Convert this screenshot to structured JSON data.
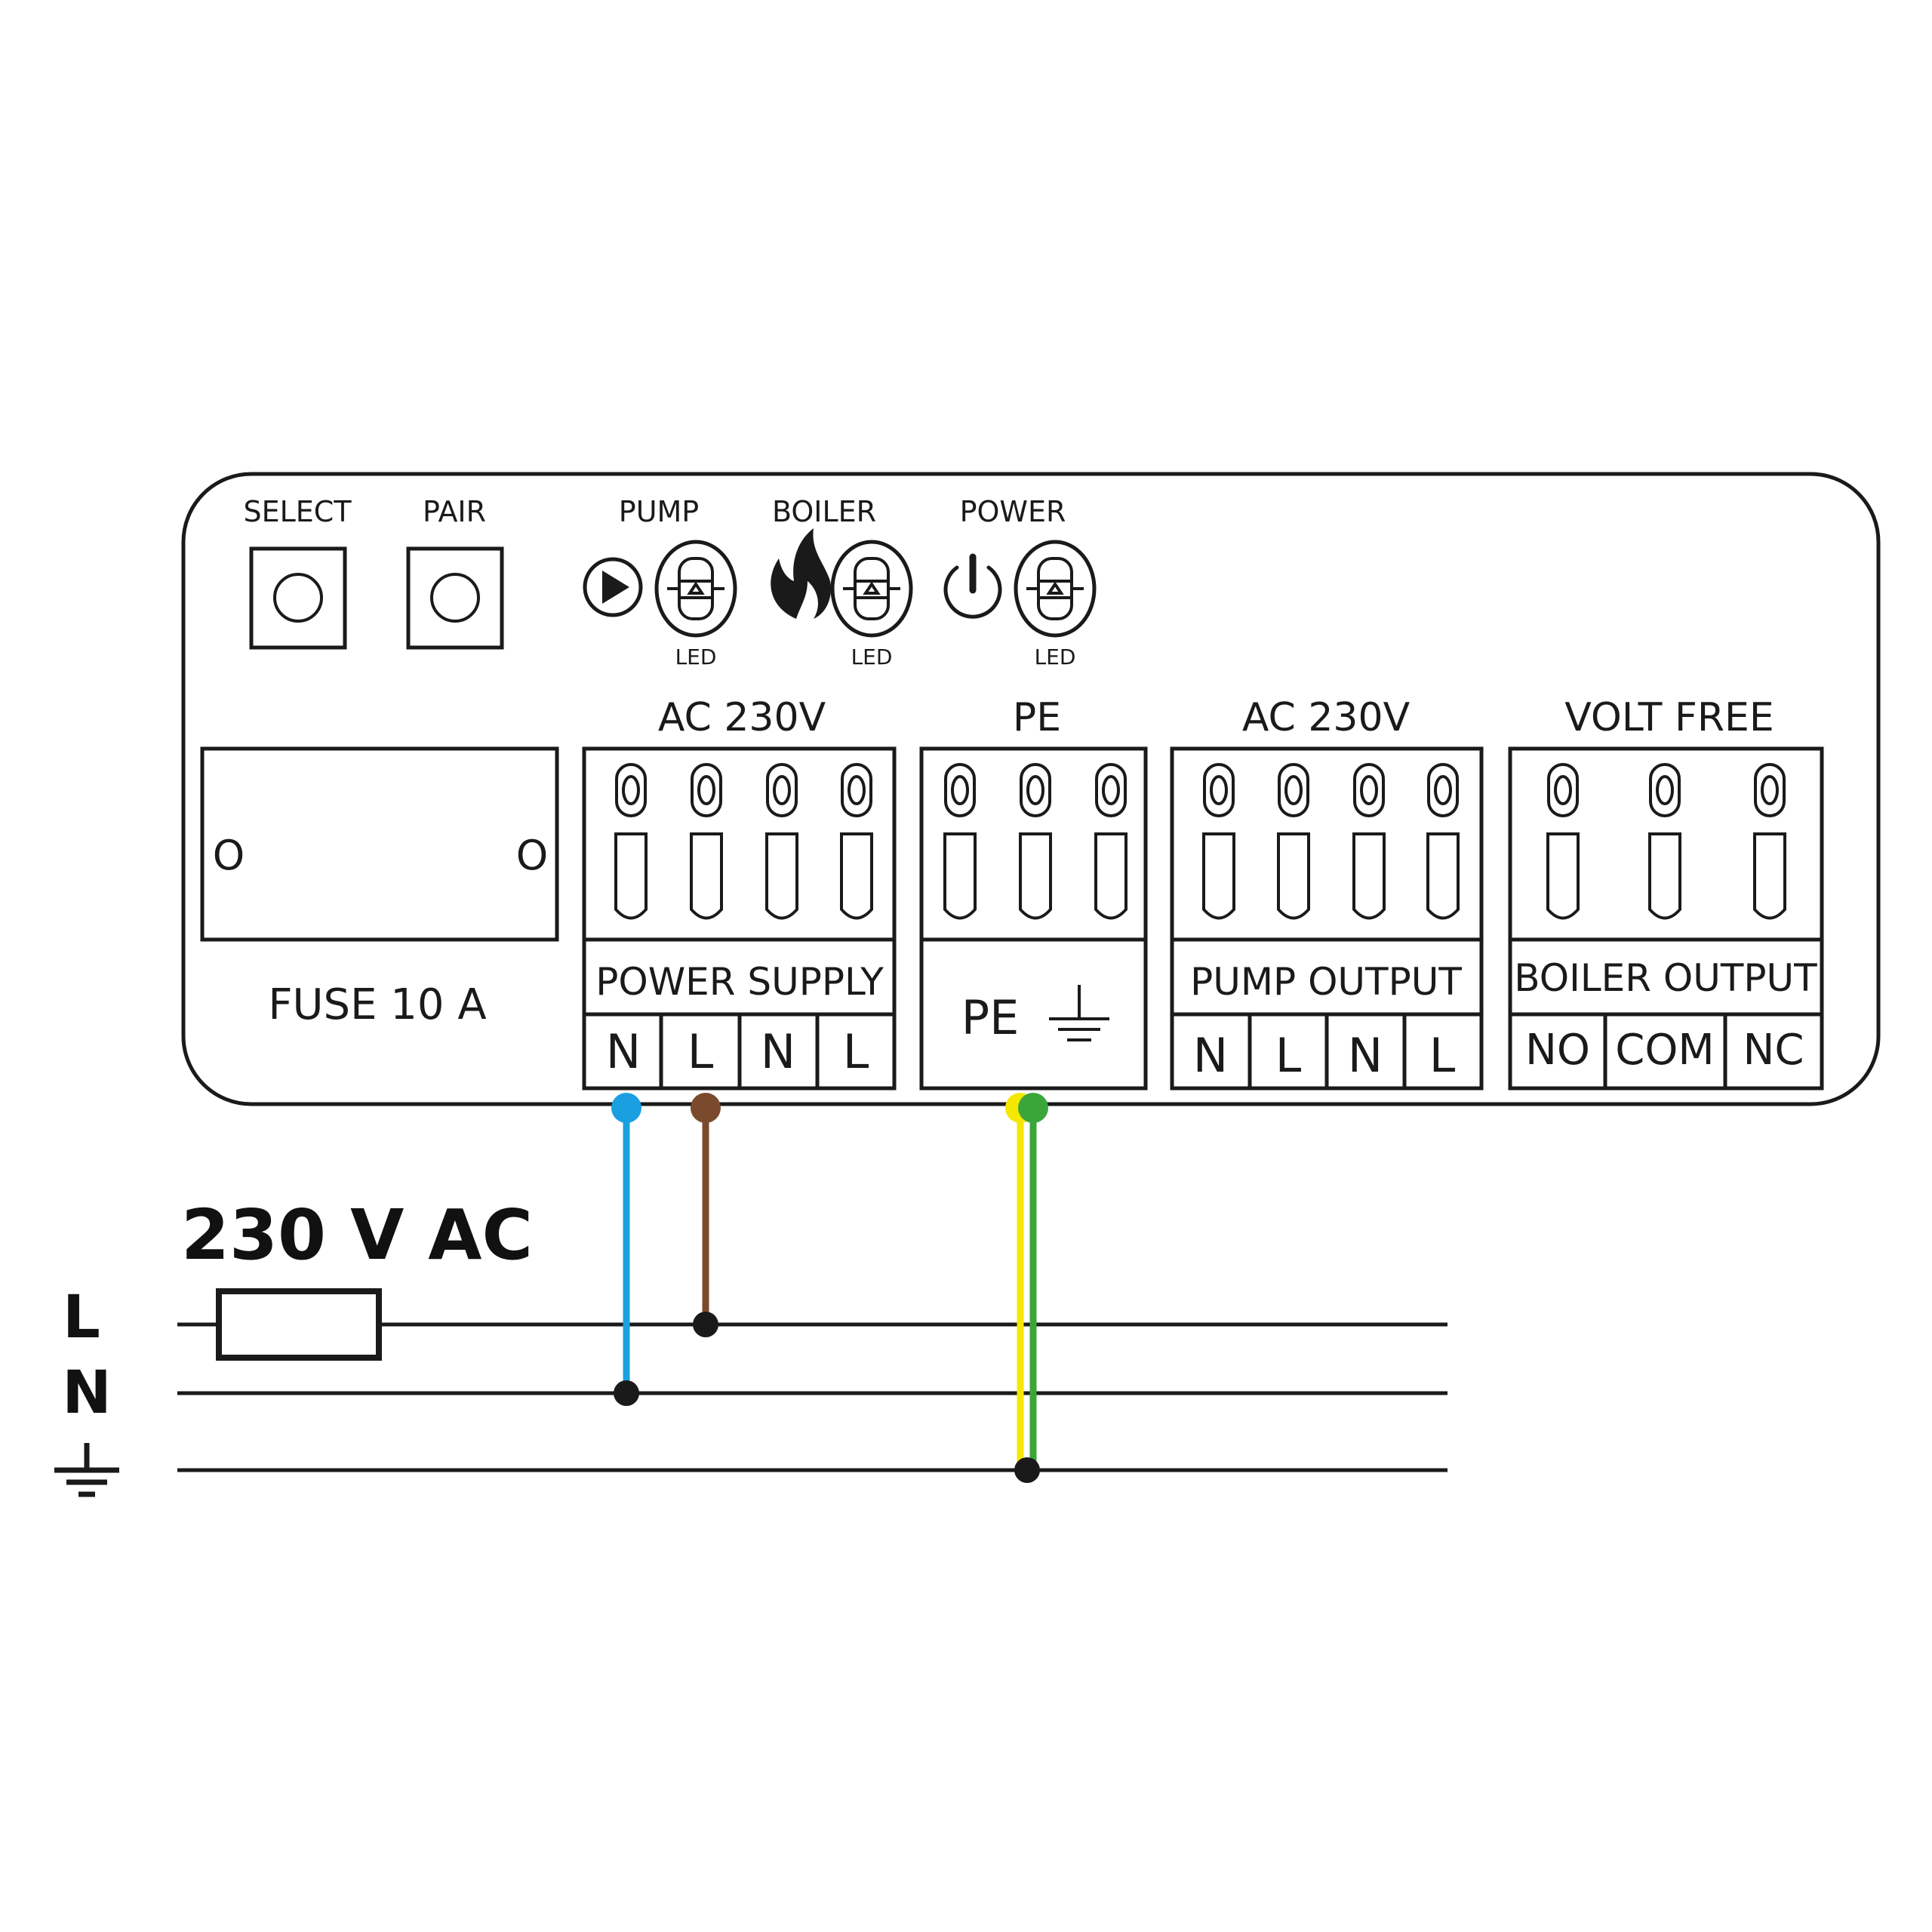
{
  "controls": {
    "select_label": "SELECT",
    "pair_label": "PAIR"
  },
  "leds": [
    {
      "title": "PUMP",
      "caption": "LED",
      "icon": "play-icon"
    },
    {
      "title": "BOILER",
      "caption": "LED",
      "icon": "flame-icon"
    },
    {
      "title": "POWER",
      "caption": "LED",
      "icon": "power-icon"
    }
  ],
  "fuse": {
    "label": "FUSE  10 A",
    "hole_left": "O",
    "hole_right": "O"
  },
  "terminals": {
    "power_supply": {
      "header": "AC 230V",
      "name": "POWER SUPPLY",
      "pins": [
        "N",
        "L",
        "N",
        "L"
      ]
    },
    "pe": {
      "header": "PE",
      "name": "PE"
    },
    "pump_output": {
      "header": "AC 230V",
      "name": "PUMP OUTPUT",
      "pins": [
        "N",
        "L",
        "N",
        "L"
      ]
    },
    "boiler_output": {
      "header": "VOLT FREE",
      "name": "BOILER OUTPUT",
      "pins": [
        "NO",
        "COM",
        "NC"
      ]
    }
  },
  "mains": {
    "title": "230 V AC",
    "line_l": "L",
    "line_n": "N",
    "earth_icon": "ground-icon"
  },
  "colors": {
    "neutral_wire": "#1aa0e0",
    "live_wire": "#7b4a2d",
    "earth_yellow": "#f5e800",
    "earth_green": "#3aa63a",
    "line": "#1a1a1a"
  }
}
